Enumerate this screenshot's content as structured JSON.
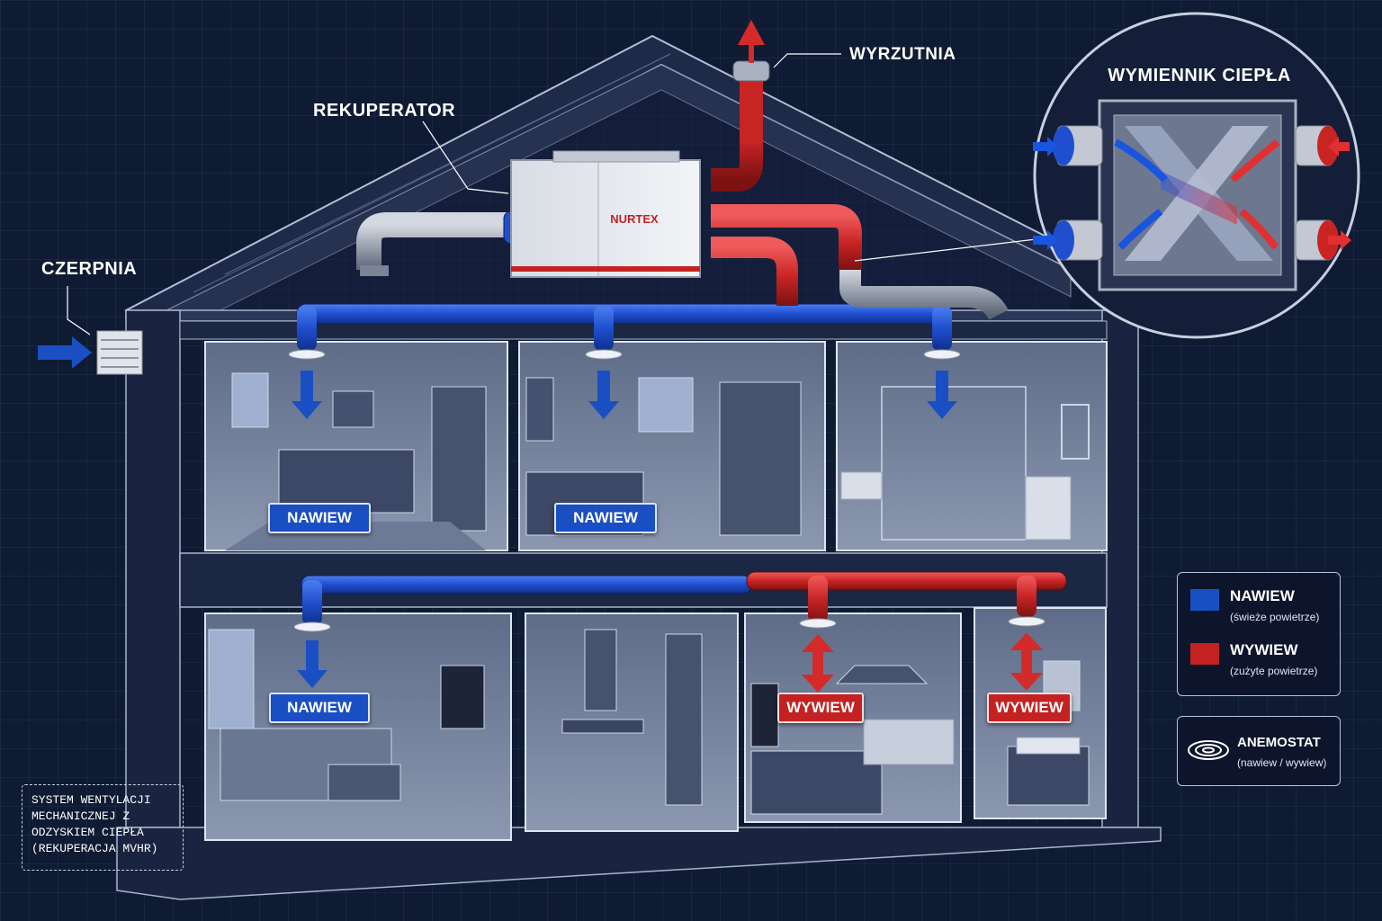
{
  "labels": {
    "wyrzutnia": "WYRZUTNIA",
    "rekuperator": "REKUPERATOR",
    "czerpnia": "CZERPNIA",
    "unit_brand": "NURTEX",
    "heat_exchanger_title": "WYMIENNIK CIEPŁA"
  },
  "rooms": [
    {
      "name": "bedroom",
      "tag": "NAWIEW",
      "flow": "supply"
    },
    {
      "name": "guest-room",
      "tag": "NAWIEW",
      "flow": "supply"
    },
    {
      "name": "bathroom-upper",
      "tag": "",
      "flow": "supply"
    },
    {
      "name": "living-room",
      "tag": "NAWIEW",
      "flow": "supply"
    },
    {
      "name": "dining-room",
      "tag": "",
      "flow": "none"
    },
    {
      "name": "kitchen",
      "tag": "WYWIEW",
      "flow": "extract"
    },
    {
      "name": "bathroom-lower",
      "tag": "WYWIEW",
      "flow": "extract"
    }
  ],
  "legend": {
    "supply": {
      "title": "NAWIEW",
      "subtitle": "(świeże powietrze)",
      "color": "#1a4fc4"
    },
    "extract": {
      "title": "WYWIEW",
      "subtitle": "(zużyte powietrze)",
      "color": "#c42222"
    },
    "diffuser": {
      "title": "ANEMOSTAT",
      "subtitle": "(nawiew / wywiew)"
    }
  },
  "caption": {
    "line1": "SYSTEM WENTYLACJI",
    "line2": "MECHANICZNEJ Z",
    "line3": "ODZYSKIEM CIEPŁA",
    "line4": "(REKUPERACJA MVHR)"
  },
  "colors": {
    "supply": "#1a4fc4",
    "extract": "#c42222",
    "background": "#0f1a33",
    "duct_gray": "#9aa3b2"
  }
}
